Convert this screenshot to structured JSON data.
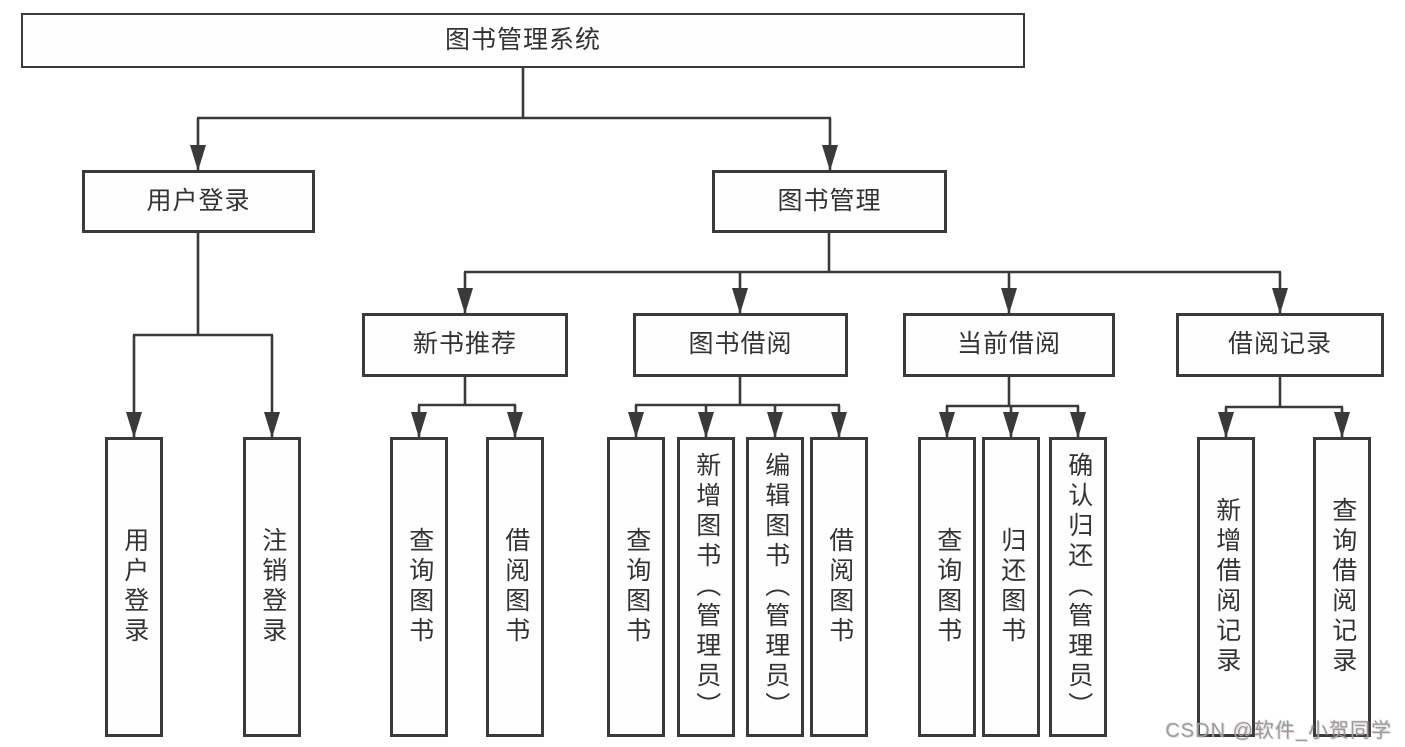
{
  "diagram": {
    "type": "hierarchy-tree",
    "colors": {
      "line": "#3a3a3a",
      "box_border": "#3a3a3a",
      "box_fill": "#fefefe",
      "text": "#333333",
      "watermark": "#9b9b9b"
    }
  },
  "tree": {
    "label": "图书管理系统",
    "children": [
      {
        "label": "用户登录",
        "children": [
          {
            "label": "用户登录"
          },
          {
            "label": "注销登录"
          }
        ]
      },
      {
        "label": "图书管理",
        "children": [
          {
            "label": "新书推荐",
            "children": [
              {
                "label": "查询图书"
              },
              {
                "label": "借阅图书"
              }
            ]
          },
          {
            "label": "图书借阅",
            "children": [
              {
                "label": "查询图书"
              },
              {
                "label": "新增图书（管理员）"
              },
              {
                "label": "编辑图书（管理员）"
              },
              {
                "label": "借阅图书"
              }
            ]
          },
          {
            "label": "当前借阅",
            "children": [
              {
                "label": "查询图书"
              },
              {
                "label": "归还图书"
              },
              {
                "label": "确认归还（管理员）"
              }
            ]
          },
          {
            "label": "借阅记录",
            "children": [
              {
                "label": "新增借阅记录"
              },
              {
                "label": "查询借阅记录"
              }
            ]
          }
        ]
      }
    ]
  },
  "watermark": {
    "text": "CSDN @软件_小贺同学"
  }
}
